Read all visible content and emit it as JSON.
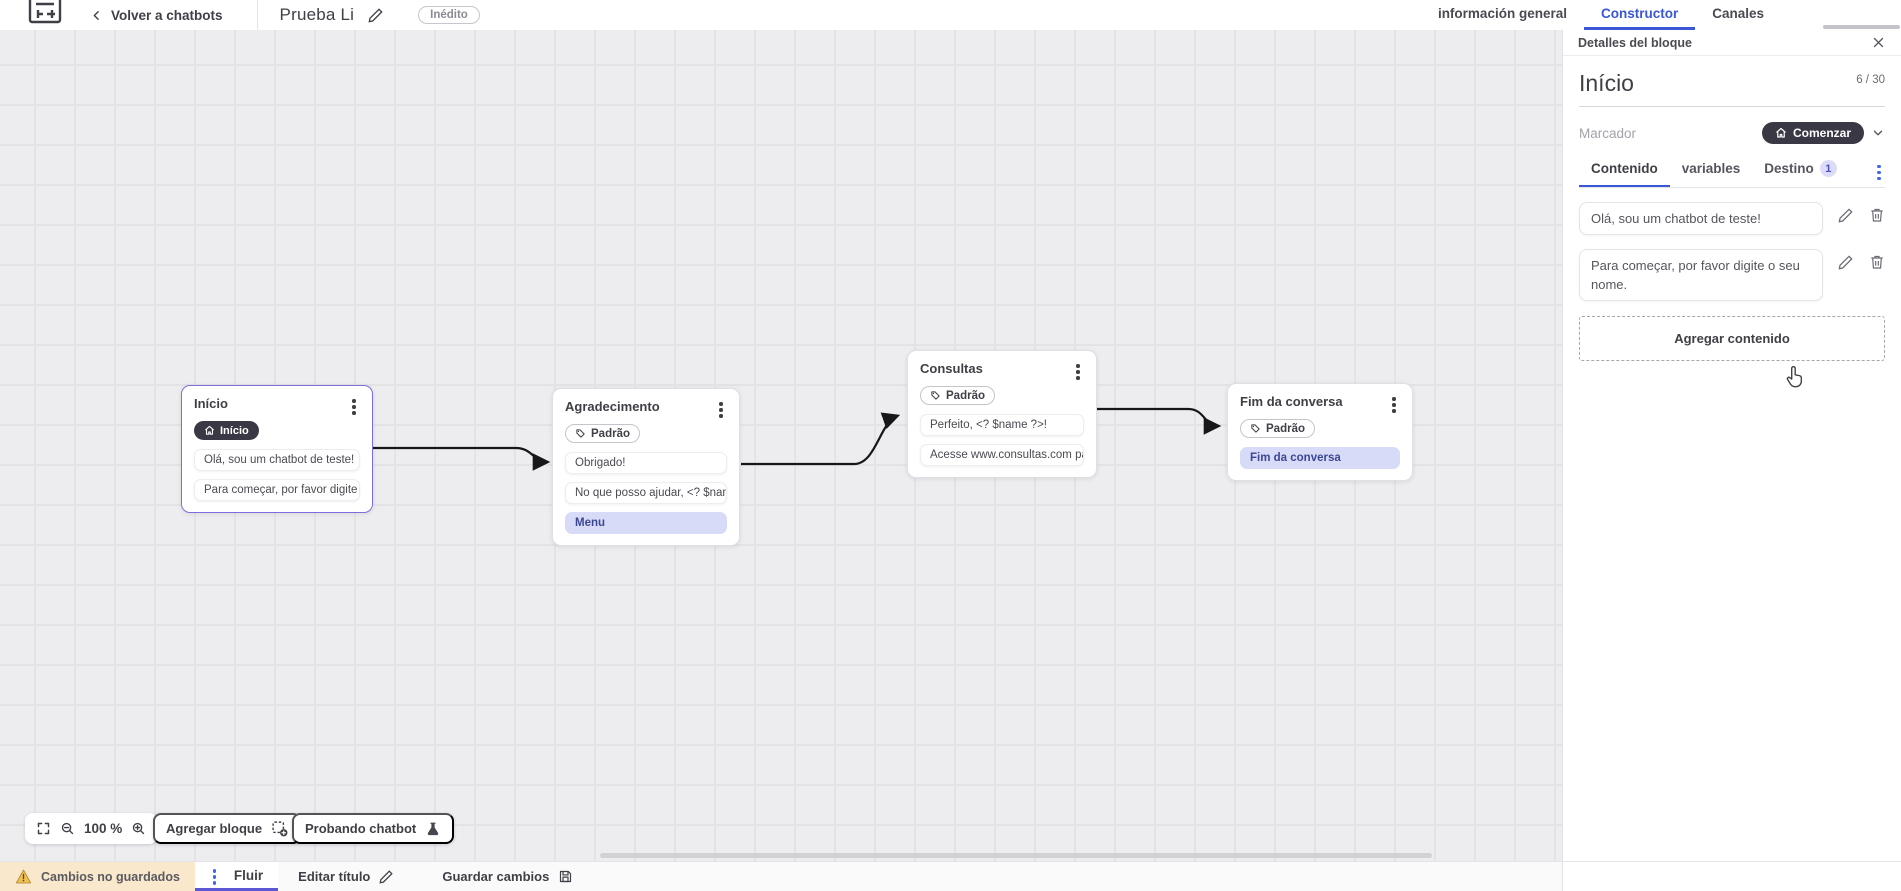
{
  "topbar": {
    "back_label": "Volver a chatbots",
    "title": "Prueba Li",
    "status_badge": "Inédito",
    "tabs": [
      {
        "label": "información general",
        "active": false
      },
      {
        "label": "Constructor",
        "active": true
      },
      {
        "label": "Canales",
        "active": false
      }
    ]
  },
  "panel": {
    "header": "Detalles del bloque",
    "block_title": "Início",
    "counter": "6 / 30",
    "marker_label": "Marcador",
    "marker_value": "Comenzar",
    "tabs": [
      {
        "label": "Contenido",
        "active": true
      },
      {
        "label": "variables",
        "active": false
      },
      {
        "label": "Destino",
        "active": false,
        "badge": "1"
      }
    ],
    "contents": [
      {
        "text": "Olá, sou um chatbot de teste!"
      },
      {
        "text": "Para começar, por favor digite o seu nome."
      }
    ],
    "add_content_label": "Agregar contenido"
  },
  "canvas": {
    "blocks": [
      {
        "title": "Início",
        "badge": "Início",
        "selected": true,
        "items": [
          {
            "text": "Olá, sou um chatbot de teste!"
          },
          {
            "text": "Para começar, por favor digite o ..."
          }
        ]
      },
      {
        "title": "Agradecimento",
        "badge": "Padrão",
        "items": [
          {
            "text": "Obrigado!"
          },
          {
            "text": "No que posso ajudar, <? $name ..."
          },
          {
            "text": "Menu",
            "highlight": true
          }
        ]
      },
      {
        "title": "Consultas",
        "badge": "Padrão",
        "items": [
          {
            "text": "Perfeito, <? $name ?>!"
          },
          {
            "text": "Acesse www.consultas.com par..."
          }
        ]
      },
      {
        "title": "Fim da conversa",
        "badge": "Padrão",
        "items": [
          {
            "text": "Fim da conversa",
            "highlight": true
          }
        ]
      }
    ],
    "zoom_level": "100 %",
    "add_block_label": "Agregar bloque",
    "test_chatbot_label": "Probando chatbot"
  },
  "bottombar": {
    "warning": "Cambios no guardados",
    "flow_tab": "Fluir",
    "edit_title_label": "Editar título",
    "save_label": "Guardar cambios"
  },
  "colors": {
    "accent_blue": "#3a57d7",
    "selected_purple": "#7b6fe0",
    "highlight_lavender": "#d8dbf7",
    "dark_pill": "#3a3845",
    "warning_bg": "#fae8cc",
    "warning_icon": "#f2c14e",
    "canvas_bg": "#edecee"
  }
}
